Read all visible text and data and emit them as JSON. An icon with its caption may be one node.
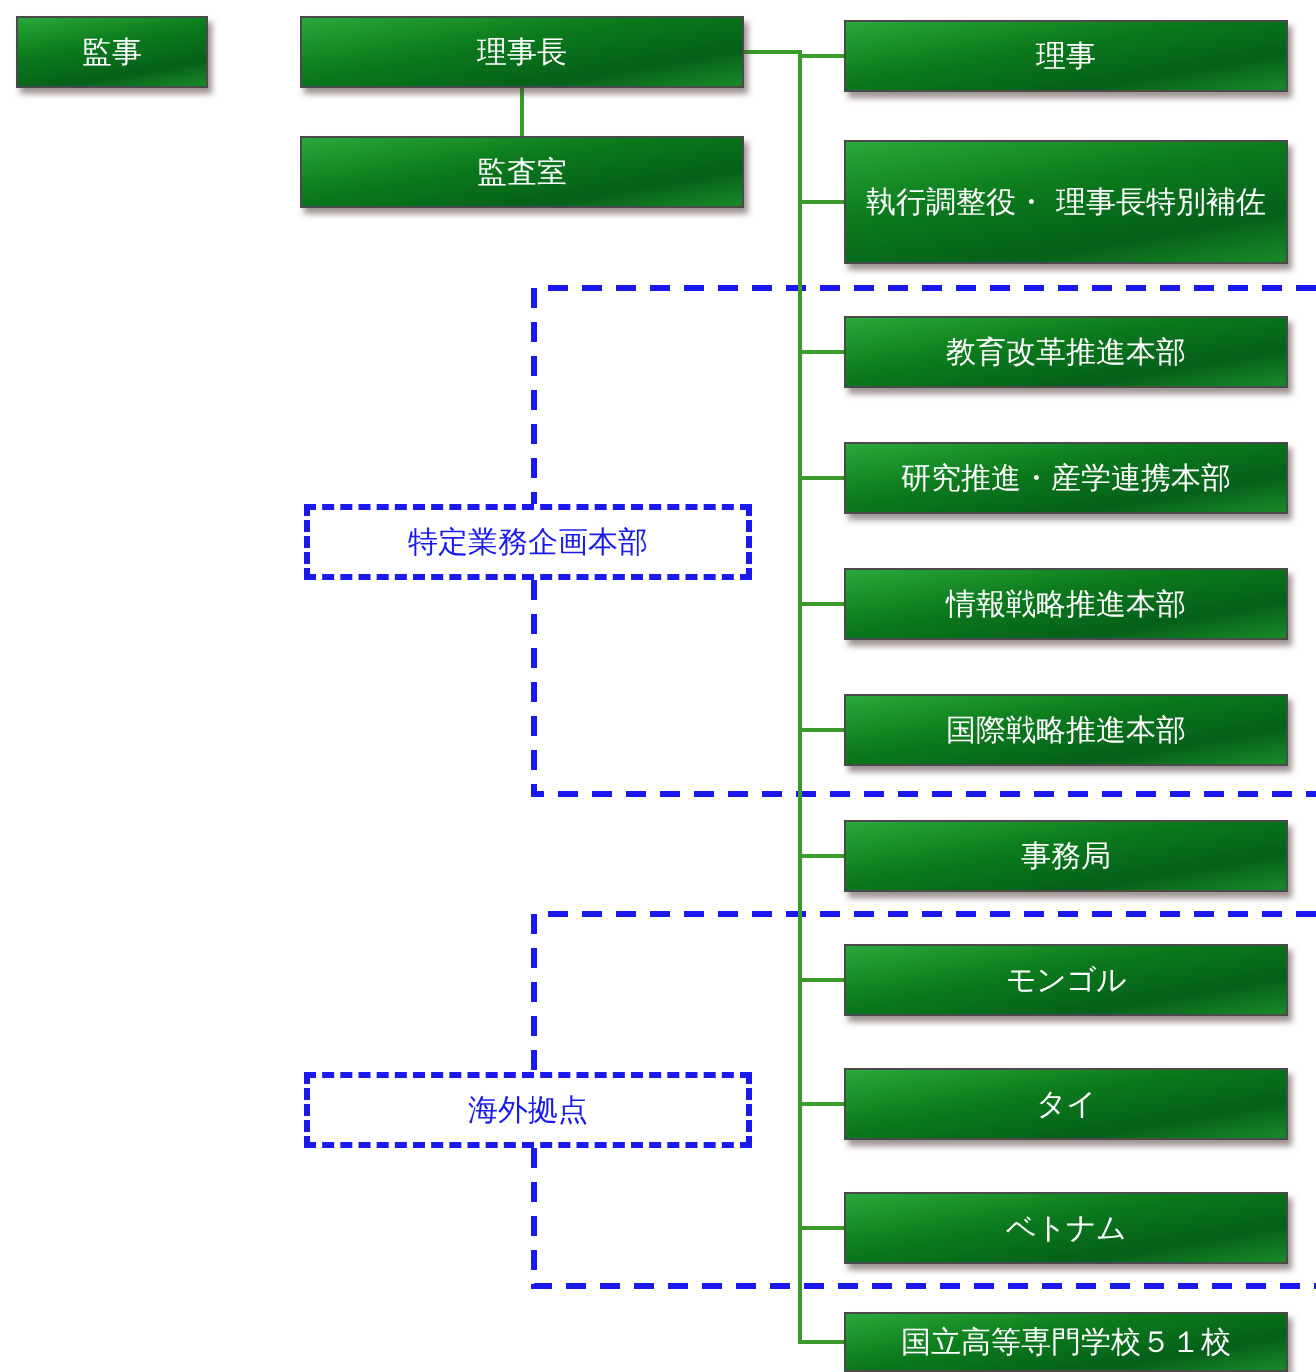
{
  "diagram": {
    "nodes": [
      {
        "text": [
          "監事"
        ]
      },
      {
        "text": [
          "理事長"
        ]
      },
      {
        "text": [
          "監査室"
        ]
      },
      {
        "text": [
          "理事"
        ]
      },
      {
        "text": [
          "執行調整役・ 理事長特別補佐"
        ]
      },
      {
        "text": [
          "教育改革推進本部"
        ]
      },
      {
        "text": [
          "研究推進・産学連携本部"
        ]
      },
      {
        "text": [
          "情報戦略推進本部"
        ]
      },
      {
        "text": [
          "国際戦略推進本部"
        ]
      },
      {
        "text": [
          "事務局"
        ]
      },
      {
        "text": [
          "モンゴル"
        ]
      },
      {
        "text": [
          "タイ"
        ]
      },
      {
        "text": [
          "ベトナム"
        ]
      },
      {
        "text": [
          "国立高等専門学校５１校"
        ]
      },
      {
        "text": [
          "特定業務企画本部"
        ]
      },
      {
        "text": [
          "海外拠点"
        ]
      }
    ],
    "edges": [
      {
        "from": 1,
        "to": 2,
        "arrow": "none"
      },
      {
        "from": 1,
        "to": 3,
        "arrow": "none"
      },
      {
        "from": 1,
        "to": 4,
        "arrow": "none"
      },
      {
        "from": 1,
        "to": 5,
        "arrow": "none"
      },
      {
        "from": 1,
        "to": 6,
        "arrow": "none"
      },
      {
        "from": 1,
        "to": 7,
        "arrow": "none"
      },
      {
        "from": 1,
        "to": 8,
        "arrow": "none"
      },
      {
        "from": 1,
        "to": 9,
        "arrow": "none"
      },
      {
        "from": 1,
        "to": 10,
        "arrow": "none"
      },
      {
        "from": 1,
        "to": 11,
        "arrow": "none"
      },
      {
        "from": 1,
        "to": 12,
        "arrow": "none"
      },
      {
        "from": 1,
        "to": 13,
        "arrow": "none"
      }
    ]
  }
}
